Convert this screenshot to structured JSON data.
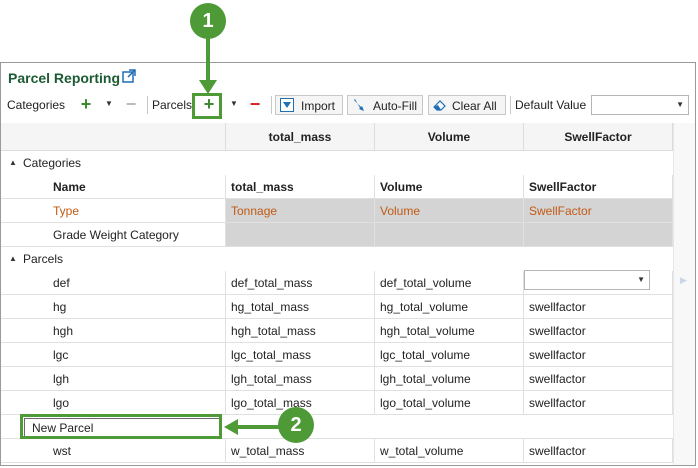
{
  "header": {
    "title": "Parcel Reporting",
    "link_icon": "external-link-icon"
  },
  "toolbar": {
    "categories_label": "Categories",
    "parcels_label": "Parcels",
    "import_label": "Import",
    "autofill_label": "Auto-Fill",
    "clear_all_label": "Clear All",
    "default_value_label": "Default Value",
    "default_value": ""
  },
  "columns": [
    "total_mass",
    "Volume",
    "SwellFactor"
  ],
  "categories_group": {
    "label": "Categories",
    "header": {
      "name": "Name",
      "c1": "total_mass",
      "c2": "Volume",
      "c3": "SwellFactor"
    },
    "type_row": {
      "name": "Type",
      "c1": "Tonnage",
      "c2": "Volume",
      "c3": "SwellFactor"
    },
    "grade_row": {
      "name": "Grade Weight Category"
    }
  },
  "parcels_group": {
    "label": "Parcels",
    "rows": [
      {
        "name": "def",
        "c1": "def_total_mass",
        "c2": "def_total_volume",
        "c3": ""
      },
      {
        "name": "hg",
        "c1": "hg_total_mass",
        "c2": "hg_total_volume",
        "c3": "swellfactor"
      },
      {
        "name": "hgh",
        "c1": "hgh_total_mass",
        "c2": "hgh_total_volume",
        "c3": "swellfactor"
      },
      {
        "name": "lgc",
        "c1": "lgc_total_mass",
        "c2": "lgc_total_volume",
        "c3": "swellfactor"
      },
      {
        "name": "lgh",
        "c1": "lgh_total_mass",
        "c2": "lgh_total_volume",
        "c3": "swellfactor"
      },
      {
        "name": "lgo",
        "c1": "lgo_total_mass",
        "c2": "lgo_total_volume",
        "c3": "swellfactor"
      },
      {
        "name": "New Parcel",
        "c1": "",
        "c2": "",
        "c3": ""
      },
      {
        "name": "wst",
        "c1": "w_total_mass",
        "c2": "w_total_volume",
        "c3": "swellfactor"
      }
    ]
  },
  "callouts": {
    "one": "1",
    "two": "2"
  },
  "colors": {
    "accent": "#4d9a36",
    "title": "#1d5b34",
    "type_text": "#c05a16",
    "add": "#3c8a2e",
    "remove": "#dd2222"
  }
}
